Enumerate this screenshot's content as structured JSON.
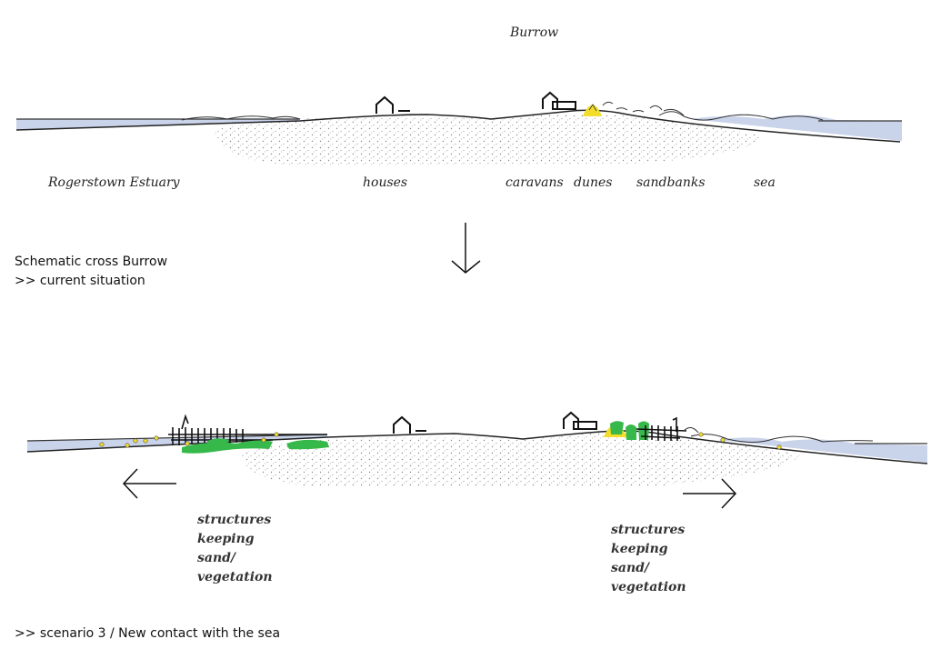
{
  "top": {
    "title": "Burrow",
    "labels": {
      "estuary": "Rogerstown Estuary",
      "houses": "houses",
      "caravans": "caravans",
      "dunes": "dunes",
      "sandbanks": "sandbanks",
      "sea": "sea"
    }
  },
  "caption1": {
    "line1": "Schematic cross Burrow",
    "line2": ">> current situation"
  },
  "bottom": {
    "left_note": [
      "structures",
      "keeping",
      "sand/",
      "vegetation"
    ],
    "right_note": [
      "structures",
      "keeping",
      "sand/",
      "vegetation"
    ]
  },
  "caption2": ">> scenario 3 / New contact with the sea",
  "colors": {
    "water": "#c9d3ea",
    "sand": "#9a9a9a",
    "dune": "#f2dd2a",
    "vegetation": "#37b84a",
    "ink": "#1a1a1a"
  }
}
